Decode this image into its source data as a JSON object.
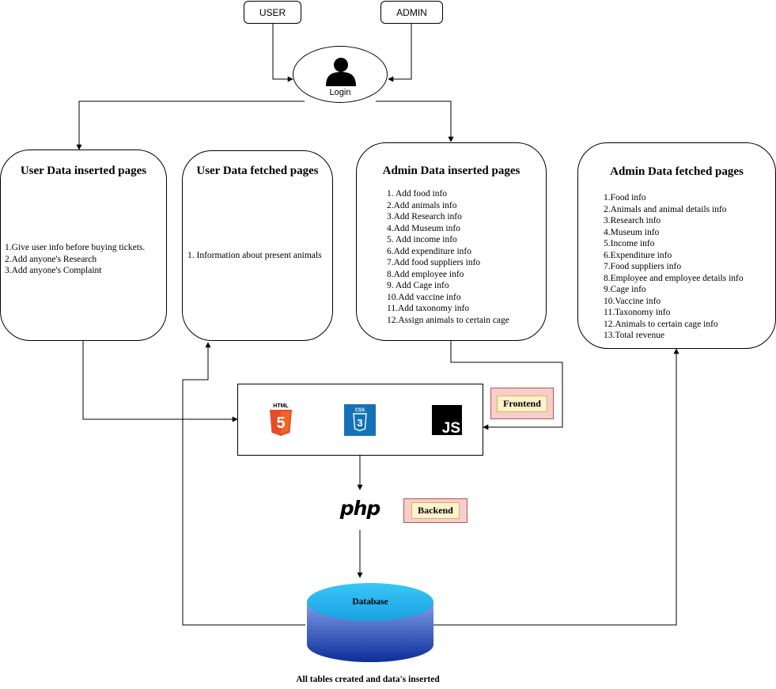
{
  "actors": {
    "user": "USER",
    "admin": "ADMIN"
  },
  "login": {
    "label": "Login",
    "icon": "user-icon"
  },
  "panels": {
    "user_inserted": {
      "title": "User Data inserted pages",
      "items": [
        "1.Give user info before buying tickets.",
        "2.Add anyone's Research",
        "3.Add anyone's Complaint"
      ]
    },
    "user_fetched": {
      "title": "User Data fetched pages",
      "items": [
        "1. Information about present animals"
      ]
    },
    "admin_inserted": {
      "title": "Admin Data inserted pages",
      "items": [
        "1. Add food info",
        "2.Add animals info",
        "3.Add Research info",
        "4.Add Museum info",
        "5. Add income info",
        "6.Add expenditure info",
        "7.Add food suppliers info",
        "8.Add employee info",
        "9. Add Cage info",
        "10.Add vaccine info",
        "11.Add taxonomy info",
        "12.Assign animals to certain cage"
      ]
    },
    "admin_fetched": {
      "title": "Admin Data fetched pages",
      "items": [
        "1.Food info",
        "2.Animals and animal details info",
        "3.Research info",
        "4.Museum info",
        "5.Income info",
        "6.Expenditure info",
        "7.Food suppliers info",
        "8.Employee and employee details info",
        "9.Cage info",
        "10.Vaccine info",
        "11.Taxonomy info",
        "12.Animals to certain cage info",
        "13.Total revenue"
      ]
    }
  },
  "frontend": {
    "tag": "Frontend",
    "logos": {
      "html": {
        "text": "HTML",
        "digit": "5",
        "color": "#e44d26"
      },
      "css": {
        "text": "CSS",
        "digit": "3",
        "color": "#1572b6"
      },
      "js": {
        "text": "JS",
        "color": "#000000"
      }
    }
  },
  "backend": {
    "tag": "Backend",
    "logo_text": "php"
  },
  "database": {
    "label": "Database",
    "caption": "All tables created and data's inserted"
  },
  "colors": {
    "tag_outer_fill": "#f8cecc",
    "tag_outer_stroke": "#b85450",
    "tag_inner_fill": "#fff2cc",
    "tag_inner_stroke": "#d6b656",
    "db_top": "#1ba1e2",
    "db_bottom": "#0d2d9a"
  }
}
